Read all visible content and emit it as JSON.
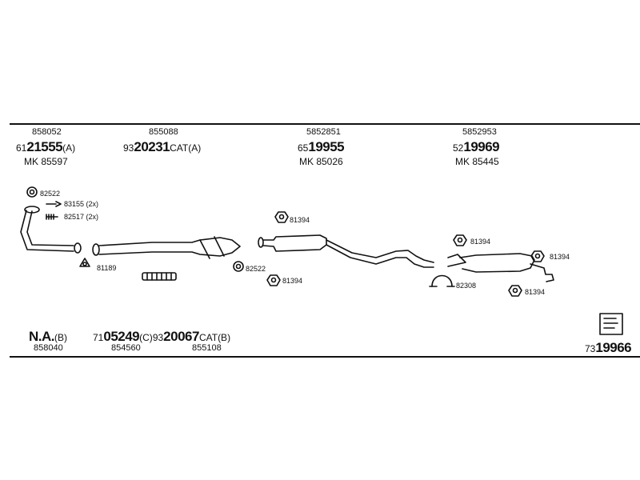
{
  "top": {
    "col1": {
      "code": "858052",
      "pn_pre": "61",
      "pn_bold": "21555",
      "pn_suf": "(A)",
      "mk": "MK  85597"
    },
    "col2": {
      "code": "855088",
      "pn_pre": "93",
      "pn_bold": "20231",
      "pn_suf": "CAT(A)"
    },
    "col3": {
      "code": "5852851",
      "pn_pre": "65",
      "pn_bold": "19955",
      "pn_suf": "",
      "mk": "MK  85026"
    },
    "col4": {
      "code": "5852953",
      "pn_pre": "52",
      "pn_bold": "19969",
      "pn_suf": "",
      "mk": "MK  85445"
    }
  },
  "callouts": {
    "c82522a": "82522",
    "c83155": "83155 (2x)",
    "c82517": "82517 (2x)",
    "c81189": "81189",
    "c82522b": "82522",
    "c81394a": "81394",
    "c81394b": "81394",
    "c81394c": "81394",
    "c81394d": "81394",
    "c81394e": "81394",
    "c82308": "82308"
  },
  "bottom": {
    "na": "N.A.",
    "na_suf": "(B)",
    "na_code": "858040",
    "pn1_pre": "71",
    "pn1_bold": "05249",
    "pn1_suf": "(C)",
    "pn2_pre": "93",
    "pn2_bold": "20067",
    "pn2_suf": "CAT(B)",
    "code1": "854560",
    "code2": "855108",
    "kit_pre": "73",
    "kit_bold": "19966"
  }
}
